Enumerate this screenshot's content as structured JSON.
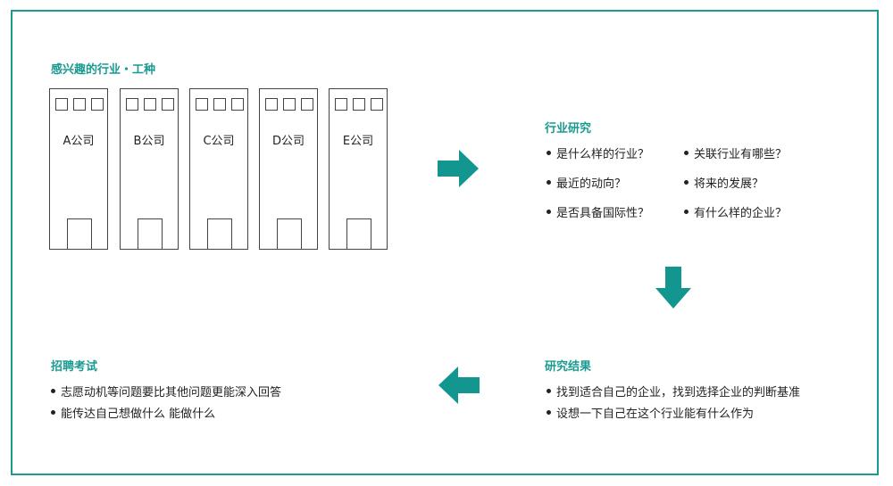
{
  "section1": {
    "title": "感兴趣的行业・工种"
  },
  "companies": [
    {
      "name": "A公司"
    },
    {
      "name": "B公司"
    },
    {
      "name": "C公司"
    },
    {
      "name": "D公司"
    },
    {
      "name": "E公司"
    }
  ],
  "section2": {
    "title": "行业研究",
    "items": [
      "是什么样的行业？",
      "关联行业有哪些？",
      "最近的动向？",
      "将来的发展？",
      "是否具备国际性？",
      "有什么样的企业？"
    ]
  },
  "section3": {
    "title": "研究结果",
    "items": [
      "找到适合自己的企业，找到选择企业的判断基准",
      "设想一下自己在这个行业能有什么作为"
    ]
  },
  "section4": {
    "title": "招聘考试",
    "items": [
      "志愿动机等问题要比其他问题更能深入回答",
      "能传达自己想做什么 能做什么"
    ]
  },
  "colors": {
    "accent": "#1a9a90",
    "arrow": "#139690",
    "border": "#444444"
  },
  "icons": [
    "arrow-right-icon",
    "arrow-down-icon",
    "arrow-left-icon",
    "window-icon",
    "door-icon"
  ]
}
